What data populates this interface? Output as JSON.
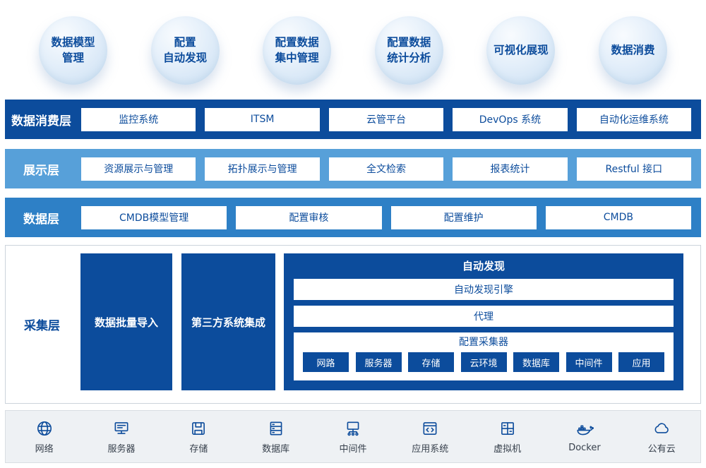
{
  "bubbles": [
    {
      "text": "数据模型\n管理"
    },
    {
      "text": "配置\n自动发现"
    },
    {
      "text": "配置数据\n集中管理"
    },
    {
      "text": "配置数据\n统计分析"
    },
    {
      "text": "可视化展现"
    },
    {
      "text": "数据消费"
    }
  ],
  "consumption_layer": {
    "label": "数据消费层",
    "items": [
      "监控系统",
      "ITSM",
      "云管平台",
      "DevOps 系统",
      "自动化运维系统"
    ]
  },
  "display_layer": {
    "label": "展示层",
    "items": [
      "资源展示与管理",
      "拓扑展示与管理",
      "全文检索",
      "报表统计",
      "Restful 接口"
    ]
  },
  "data_layer": {
    "label": "数据层",
    "items": [
      "CMDB模型管理",
      "配置审核",
      "配置维护",
      "CMDB"
    ]
  },
  "collection_layer": {
    "label": "采集层",
    "batch_import": "数据批量导入",
    "third_party": "第三方系统集成",
    "auto_discovery": {
      "title": "自动发现",
      "engine": "自动发现引擎",
      "agent": "代理",
      "collector_title": "配置采集器",
      "collector_items": [
        "网路",
        "服务器",
        "存储",
        "云环境",
        "数据库",
        "中间件",
        "应用"
      ]
    }
  },
  "infrastructure_bar": {
    "items": [
      {
        "label": "网络",
        "icon": "network-globe-icon"
      },
      {
        "label": "服务器",
        "icon": "server-icon"
      },
      {
        "label": "存储",
        "icon": "storage-icon"
      },
      {
        "label": "数据库",
        "icon": "database-icon"
      },
      {
        "label": "中间件",
        "icon": "middleware-icon"
      },
      {
        "label": "应用系统",
        "icon": "app-system-icon"
      },
      {
        "label": "虚拟机",
        "icon": "virtual-machine-icon"
      },
      {
        "label": "Docker",
        "icon": "docker-icon"
      },
      {
        "label": "公有云",
        "icon": "public-cloud-icon"
      }
    ]
  },
  "colors": {
    "dark_blue": "#0c4c9c",
    "medium_blue": "#2e80c6",
    "light_blue": "#57a0d9",
    "bubble_fill": "#dcebf8",
    "bottom_bar_bg": "#eef1f4",
    "icon_blue": "#0e4d9c"
  }
}
